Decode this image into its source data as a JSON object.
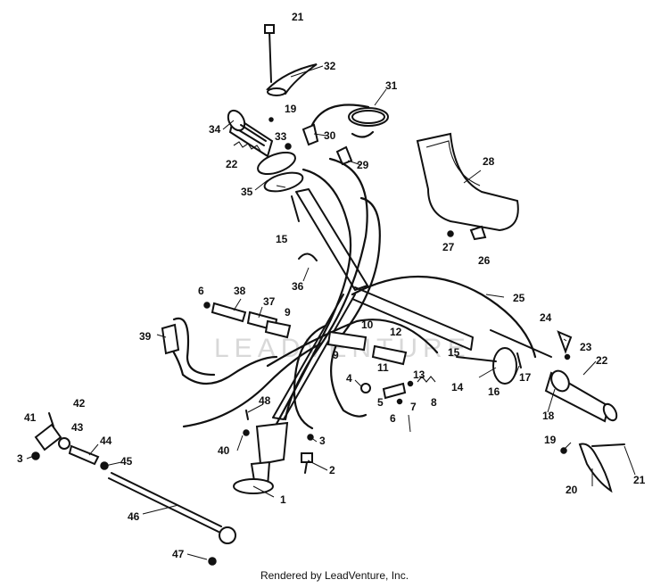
{
  "watermark": "LEADVENTURE",
  "footer": "Rendered by LeadVenture, Inc.",
  "callouts": [
    "1",
    "2",
    "3",
    "3",
    "4",
    "5",
    "6",
    "6",
    "7",
    "8",
    "9",
    "9",
    "10",
    "11",
    "12",
    "13",
    "14",
    "15",
    "15",
    "16",
    "17",
    "18",
    "19",
    "19",
    "20",
    "21",
    "21",
    "22",
    "22",
    "23",
    "24",
    "25",
    "26",
    "27",
    "28",
    "29",
    "30",
    "31",
    "32",
    "33",
    "34",
    "35",
    "36",
    "37",
    "38",
    "39",
    "40",
    "41",
    "42",
    "43",
    "44",
    "45",
    "46",
    "47",
    "48"
  ]
}
